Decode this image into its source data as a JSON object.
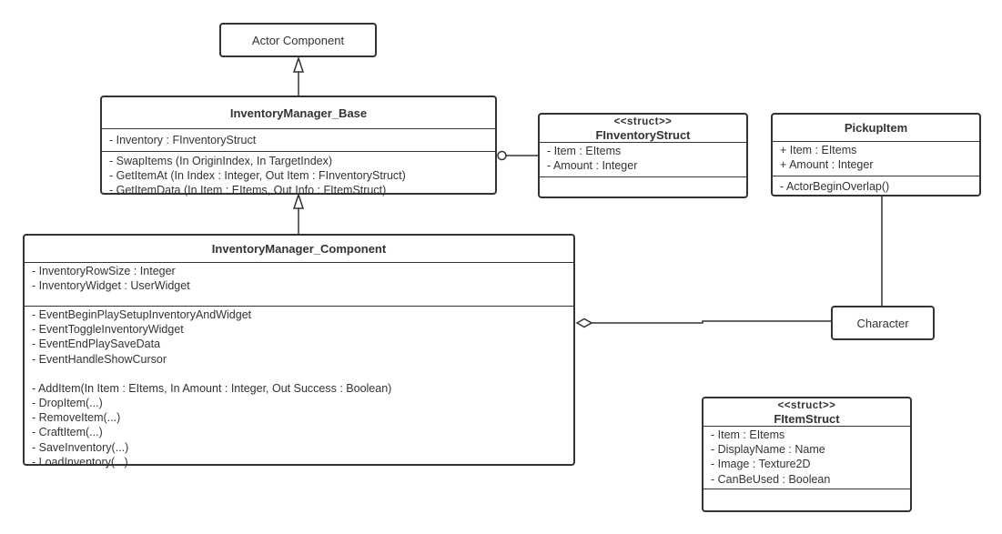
{
  "diagram": {
    "actor_component": {
      "name": "Actor Component"
    },
    "inventory_manager_base": {
      "name": "InventoryManager_Base",
      "attributes": [
        "- Inventory : FInventoryStruct"
      ],
      "operations": [
        "- SwapItems (In OriginIndex, In TargetIndex)",
        "- GetItemAt (In Index : Integer, Out Item : FInventoryStruct)",
        "- GetItemData (In Item : EItems, Out Info : FItemStruct)"
      ]
    },
    "finventory_struct": {
      "stereotype": "<<struct>>",
      "name": "FInventoryStruct",
      "attributes": [
        "- Item : EItems",
        "- Amount : Integer"
      ]
    },
    "pickup_item": {
      "name": "PickupItem",
      "attributes": [
        "+ Item : EItems",
        "+ Amount : Integer"
      ],
      "operations": [
        "- ActorBeginOverlap()"
      ]
    },
    "inventory_manager_component": {
      "name": "InventoryManager_Component",
      "attributes": [
        "- InventoryRowSize : Integer",
        "- InventoryWidget : UserWidget"
      ],
      "operations_events": [
        "- EventBeginPlaySetupInventoryAndWidget",
        "- EventToggleInventoryWidget",
        "- EventEndPlaySaveData",
        "- EventHandleShowCursor"
      ],
      "operations_functions": [
        "- AddItem(In Item : EItems, In Amount : Integer, Out Success : Boolean)",
        "- DropItem(...)",
        "- RemoveItem(...)",
        "- CraftItem(...)",
        "- SaveInventory(...)",
        "- LoadInventory(...)"
      ]
    },
    "character": {
      "name": "Character"
    },
    "fitem_struct": {
      "stereotype": "<<struct>>",
      "name": "FItemStruct",
      "attributes": [
        "- Item : EItems",
        "- DisplayName : Name",
        "- Image : Texture2D",
        "- CanBeUsed : Boolean"
      ]
    }
  },
  "colors": {
    "stroke": "#333333",
    "background": "#ffffff",
    "text": "#333333"
  }
}
